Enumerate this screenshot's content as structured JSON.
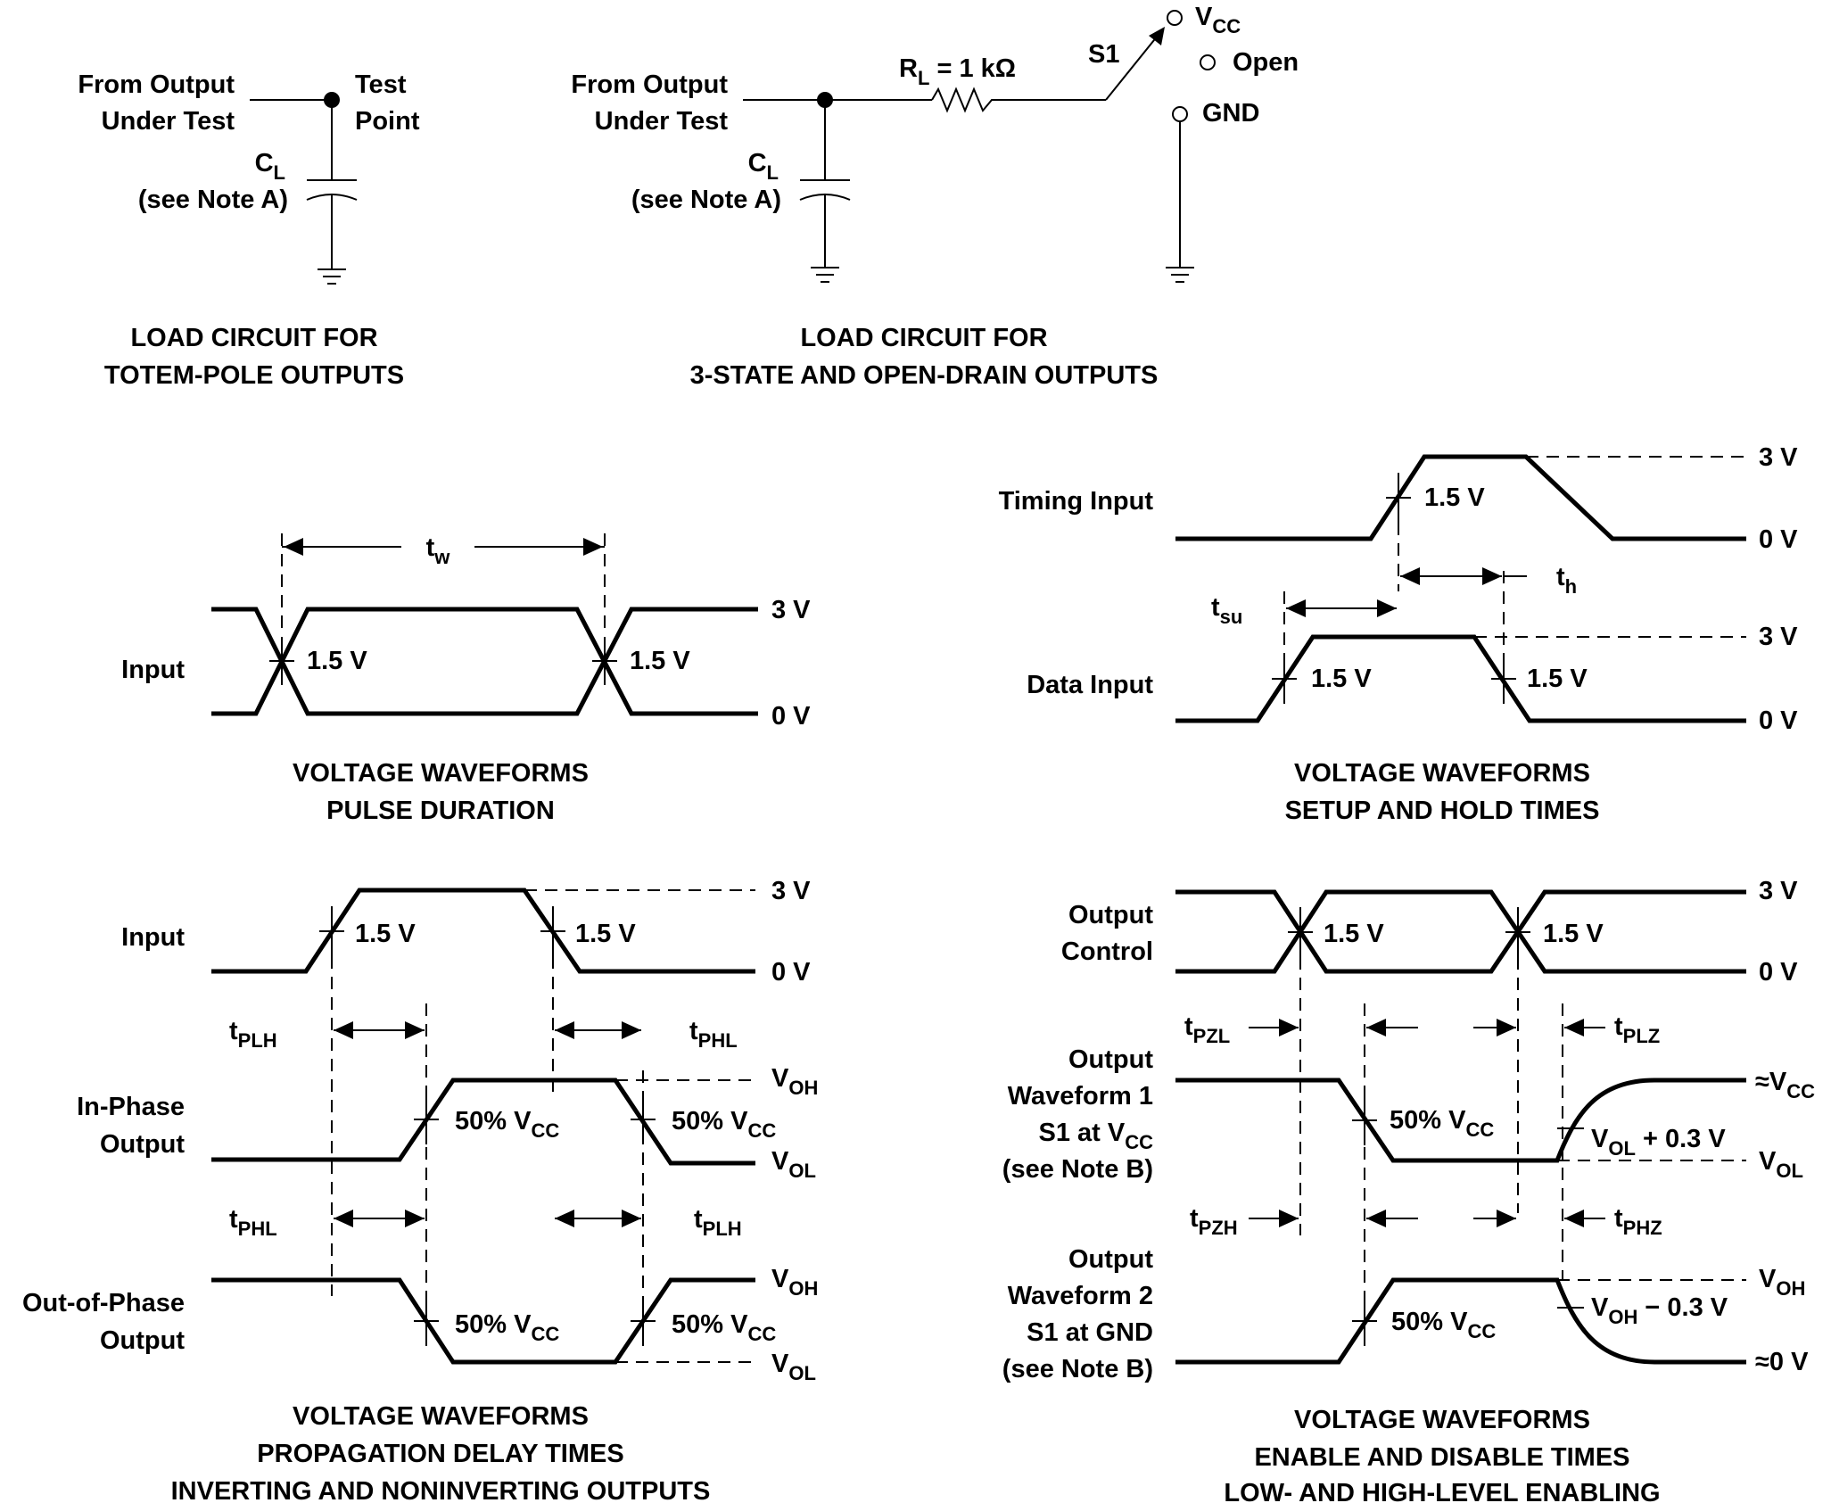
{
  "load_totem": {
    "from_line1": "From Output",
    "from_line2": "Under Test",
    "test_line1": "Test",
    "test_line2": "Point",
    "cap_symbol": "C",
    "cap_sub": "L",
    "cap_note": "(see Note A)",
    "caption_line1": "LOAD CIRCUIT FOR",
    "caption_line2": "TOTEM-POLE OUTPUTS"
  },
  "load_3state": {
    "from_line1": "From Output",
    "from_line2": "Under Test",
    "cap_symbol": "C",
    "cap_sub": "L",
    "cap_note": "(see Note A)",
    "rl_symbol": "R",
    "rl_sub": "L",
    "rl_value": " = 1 kΩ",
    "switch_label": "S1",
    "vcc_symbol": "V",
    "vcc_sub": "CC",
    "open_label": "Open",
    "gnd_label": "GND",
    "caption_line1": "LOAD CIRCUIT FOR",
    "caption_line2": "3-STATE AND OPEN-DRAIN OUTPUTS"
  },
  "pulse_duration": {
    "input_label": "Input",
    "tw_symbol": "t",
    "tw_sub": "w",
    "v_left": "1.5 V",
    "v_right": "1.5 V",
    "level_high": "3 V",
    "level_low": "0 V",
    "caption_line1": "VOLTAGE WAVEFORMS",
    "caption_line2": "PULSE DURATION"
  },
  "setup_hold": {
    "timing_label": "Timing Input",
    "data_label": "Data Input",
    "timing_v": "1.5 V",
    "data_v_left": "1.5 V",
    "data_v_right": "1.5 V",
    "timing_high": "3 V",
    "timing_low": "0 V",
    "data_high": "3 V",
    "data_low": "0 V",
    "tsu_symbol": "t",
    "tsu_sub": "su",
    "th_symbol": "t",
    "th_sub": "h",
    "caption_line1": "VOLTAGE WAVEFORMS",
    "caption_line2": "SETUP AND HOLD TIMES"
  },
  "propagation": {
    "input_label": "Input",
    "in_v_left": "1.5 V",
    "in_v_right": "1.5 V",
    "in_high": "3 V",
    "in_low": "0 V",
    "inphase_line1": "In-Phase",
    "inphase_line2": "Output",
    "outphase_line1": "Out-of-Phase",
    "outphase_line2": "Output",
    "pct_text": "50% V",
    "pct_sub": "CC",
    "voh_symbol": "V",
    "voh_sub": "OH",
    "vol_symbol": "V",
    "vol_sub": "OL",
    "t_symbol": "t",
    "tplh_sub": "PLH",
    "tphl_sub": "PHL",
    "caption_line1": "VOLTAGE WAVEFORMS",
    "caption_line2": "PROPAGATION DELAY TIMES",
    "caption_line3": "INVERTING AND NONINVERTING OUTPUTS"
  },
  "enable_disable": {
    "control_line1": "Output",
    "control_line2": "Control",
    "ctl_v_left": "1.5 V",
    "ctl_v_right": "1.5 V",
    "ctl_high": "3 V",
    "ctl_low": "0 V",
    "wf1_line1": "Output",
    "wf1_line2": "Waveform 1",
    "wf1_line3_pre": "S1 at V",
    "wf1_line3_sub": "CC",
    "wf1_line4": "(see Note B)",
    "wf2_line1": "Output",
    "wf2_line2": "Waveform 2",
    "wf2_line3": "S1 at GND",
    "wf2_line4": "(see Note B)",
    "pct_text": "50% V",
    "pct_sub": "CC",
    "t_symbol": "t",
    "tpzl_sub": "PZL",
    "tplz_sub": "PLZ",
    "tpzh_sub": "PZH",
    "tphz_sub": "PHZ",
    "approx_vcc_pre": "≈V",
    "approx_vcc_sub": "CC",
    "vol_symbol": "V",
    "vol_sub": "OL",
    "vol_plus_pre": "V",
    "vol_plus_sub": "OL",
    "vol_plus_post": " + 0.3 V",
    "voh_symbol": "V",
    "voh_sub": "OH",
    "voh_minus_pre": "V",
    "voh_minus_sub": "OH",
    "voh_minus_post": " − 0.3 V",
    "approx_zero": "≈0 V",
    "caption_line1": "VOLTAGE WAVEFORMS",
    "caption_line2": "ENABLE AND DISABLE TIMES",
    "caption_line3": "LOW- AND HIGH-LEVEL ENABLING"
  }
}
